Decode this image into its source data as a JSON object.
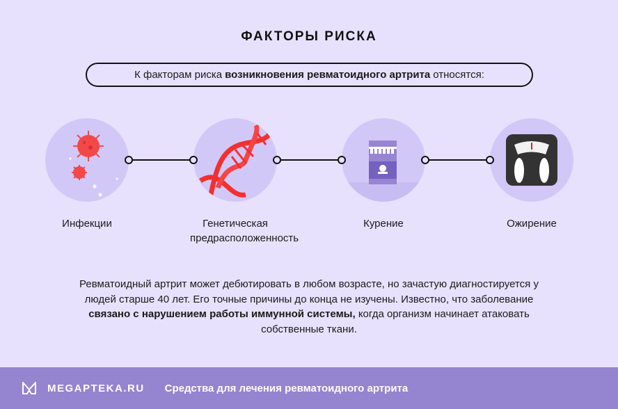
{
  "title": "ФАКТОРЫ РИСКА",
  "intro": {
    "before": "К факторам риска",
    "bold": "возникновения ревматоидного артрита",
    "after": "относятся:"
  },
  "factors": [
    {
      "label": "Инфекции",
      "icon": "virus-icon"
    },
    {
      "label": "Генетическая предрасположенность",
      "icon": "dna-icon"
    },
    {
      "label": "Курение",
      "icon": "cigarette-pack-icon"
    },
    {
      "label": "Ожирение",
      "icon": "scale-icon"
    }
  ],
  "paragraph": {
    "p1": "Ревматоидный артрит может дебютировать в любом возрасте, но зачастую диагностируется у людей старше 40 лет. Его точные причины до конца не изучены. Известно, что заболевание",
    "bold": "связано с нарушением работы иммунной системы,",
    "p2": "когда организм начинает атаковать собственные ткани."
  },
  "footer": {
    "logo": "MEGAPTEKA.RU",
    "link": "Средства для лечения ревматоидного артрита"
  },
  "colors": {
    "background": "#e8e1fd",
    "circle": "#d2c8f7",
    "footer": "#9584cf",
    "accent_red": "#f03a3a"
  }
}
